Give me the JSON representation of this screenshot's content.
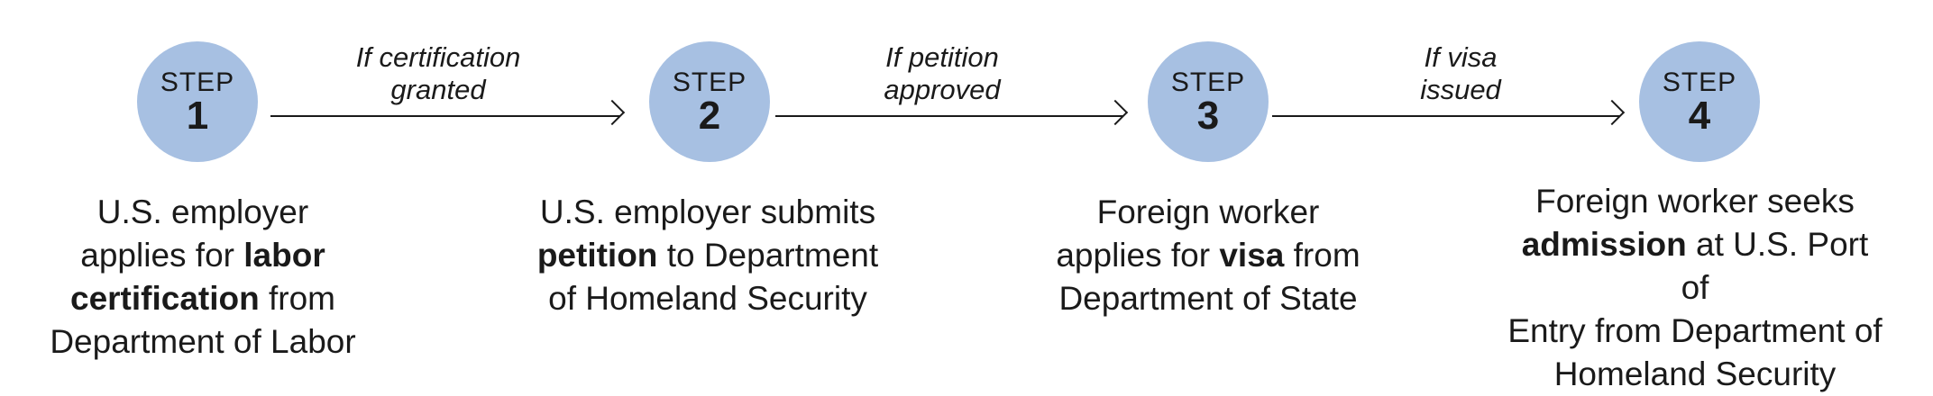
{
  "steps": [
    {
      "word": "STEP",
      "number": "1",
      "desc": {
        "lines": [
          [
            {
              "text": "U.S. employer",
              "bold": false
            }
          ],
          [
            {
              "text": "applies for ",
              "bold": false
            },
            {
              "text": "labor",
              "bold": true
            }
          ],
          [
            {
              "text": "certification",
              "bold": true
            },
            {
              "text": " from",
              "bold": false
            }
          ],
          [
            {
              "text": "Department of Labor",
              "bold": false
            }
          ]
        ]
      }
    },
    {
      "word": "STEP",
      "number": "2",
      "desc": {
        "lines": [
          [
            {
              "text": "U.S. employer submits",
              "bold": false
            }
          ],
          [
            {
              "text": "petition",
              "bold": true
            },
            {
              "text": " to Department",
              "bold": false
            }
          ],
          [
            {
              "text": "of Homeland Security",
              "bold": false
            }
          ]
        ]
      }
    },
    {
      "word": "STEP",
      "number": "3",
      "desc": {
        "lines": [
          [
            {
              "text": "Foreign worker",
              "bold": false
            }
          ],
          [
            {
              "text": "applies for ",
              "bold": false
            },
            {
              "text": "visa",
              "bold": true
            },
            {
              "text": " from",
              "bold": false
            }
          ],
          [
            {
              "text": "Department of State",
              "bold": false
            }
          ]
        ]
      }
    },
    {
      "word": "STEP",
      "number": "4",
      "desc": {
        "lines": [
          [
            {
              "text": "Foreign worker seeks",
              "bold": false
            }
          ],
          [
            {
              "text": "admission",
              "bold": true
            },
            {
              "text": " at U.S. Port of",
              "bold": false
            }
          ],
          [
            {
              "text": "Entry from Department of",
              "bold": false
            }
          ],
          [
            {
              "text": "Homeland Security",
              "bold": false
            }
          ]
        ]
      }
    }
  ],
  "connectors": [
    {
      "line1": "If certification",
      "line2": "granted"
    },
    {
      "line1": "If petition",
      "line2": "approved"
    },
    {
      "line1": "If visa",
      "line2": "issued"
    }
  ],
  "colors": {
    "circle": "#a7c0e2",
    "text": "#1a1a1a",
    "arrow": "#1a1a1a"
  }
}
